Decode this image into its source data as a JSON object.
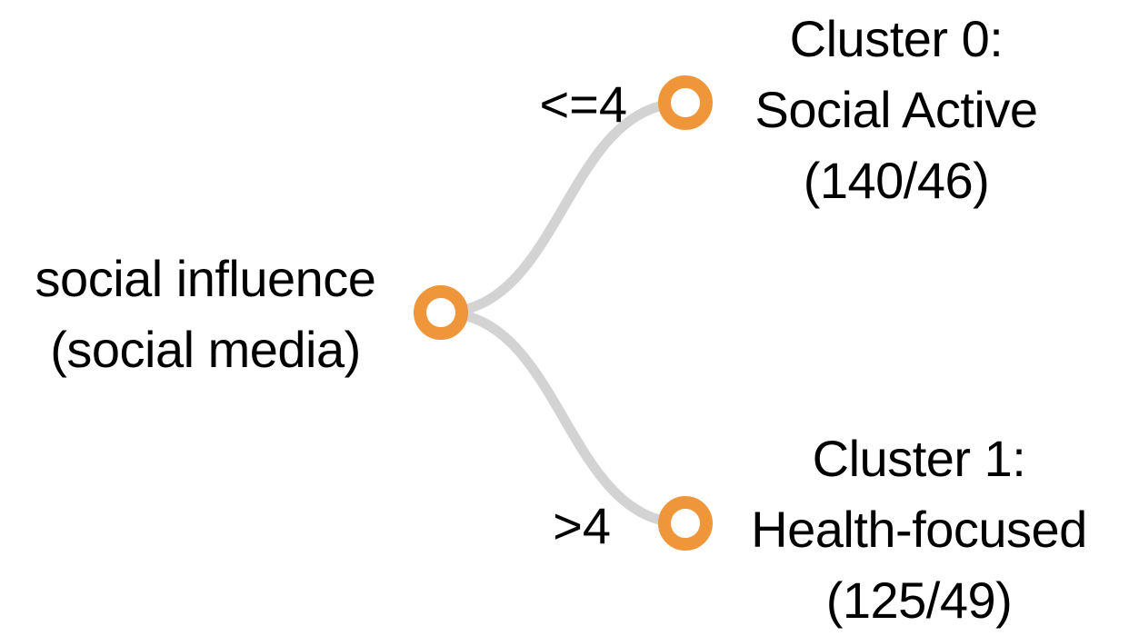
{
  "colors": {
    "node_stroke": "#f0963a",
    "node_fill": "#ffffff",
    "link": "#d3d3d3",
    "text": "#000000"
  },
  "root": {
    "label_line1": "social influence",
    "label_line2": "(social media)"
  },
  "children": [
    {
      "edge_label": "<=4",
      "title": "Cluster 0:",
      "name": "Social Active",
      "counts": "(140/46)"
    },
    {
      "edge_label": ">4",
      "title": "Cluster 1:",
      "name": "Health-focused",
      "counts": "(125/49)"
    }
  ]
}
